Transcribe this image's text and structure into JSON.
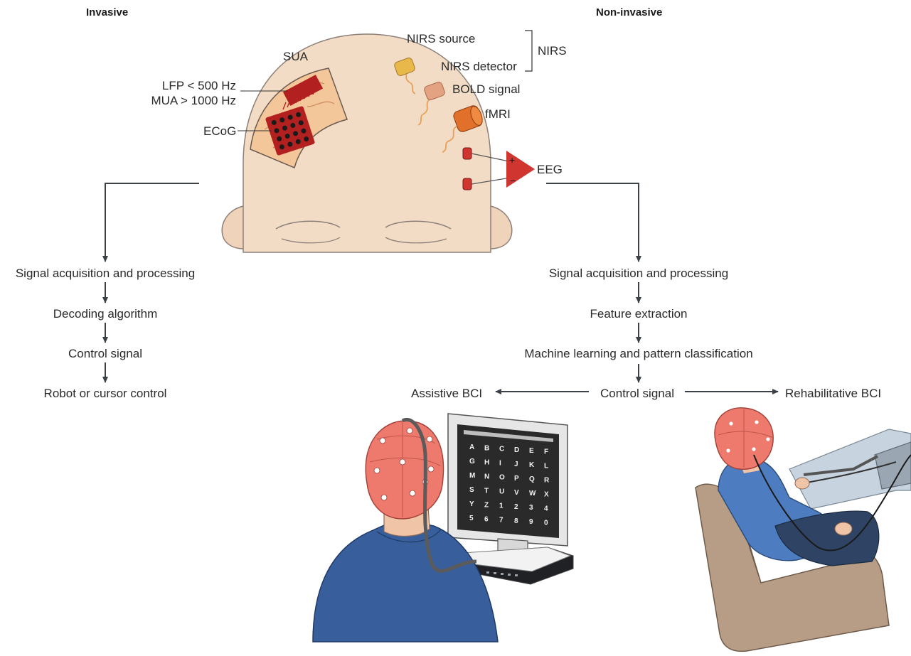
{
  "headers": {
    "invasive": "Invasive",
    "non_invasive": "Non-invasive"
  },
  "head_labels": {
    "sua": "SUA",
    "lfp": "LFP < 500 Hz",
    "mua": "MUA > 1000 Hz",
    "ecog": "ECoG",
    "nirs_source": "NIRS source",
    "nirs_detector": "NIRS detector",
    "nirs": "NIRS",
    "bold": "BOLD signal",
    "fmri": "fMRI",
    "eeg": "EEG",
    "plus": "+",
    "minus": "−"
  },
  "invasive_flow": [
    "Signal acquisition and processing",
    "Decoding algorithm",
    "Control signal",
    "Robot or cursor control"
  ],
  "noninvasive_flow": [
    "Signal acquisition and processing",
    "Feature extraction",
    "Machine learning and pattern classification",
    "Control signal"
  ],
  "outcomes": {
    "assistive": "Assistive BCI",
    "rehabilitative": "Rehabilitative BCI"
  },
  "speller_rows": [
    [
      "A",
      "B",
      "C",
      "D",
      "E",
      "F"
    ],
    [
      "G",
      "H",
      "I",
      "J",
      "K",
      "L"
    ],
    [
      "M",
      "N",
      "O",
      "P",
      "Q",
      "R"
    ],
    [
      "S",
      "T",
      "U",
      "V",
      "W",
      "X"
    ],
    [
      "Y",
      "Z",
      "1",
      "2",
      "3",
      "4"
    ],
    [
      "5",
      "6",
      "7",
      "8",
      "9",
      "0"
    ]
  ],
  "colors": {
    "skin": "#f3dcc6",
    "brain": "#f4c79a",
    "ecog_grid": "#b32020",
    "eeg_red": "#d0352f",
    "nirs_source": "#e8b84a",
    "nirs_detector": "#e3a383",
    "fmri": "#e0702a",
    "cap": "#ee7a6e",
    "shirt": "#385f9c",
    "chair": "#b79d86",
    "screen": "#2a2a2a",
    "arrow": "#4a4f57"
  }
}
